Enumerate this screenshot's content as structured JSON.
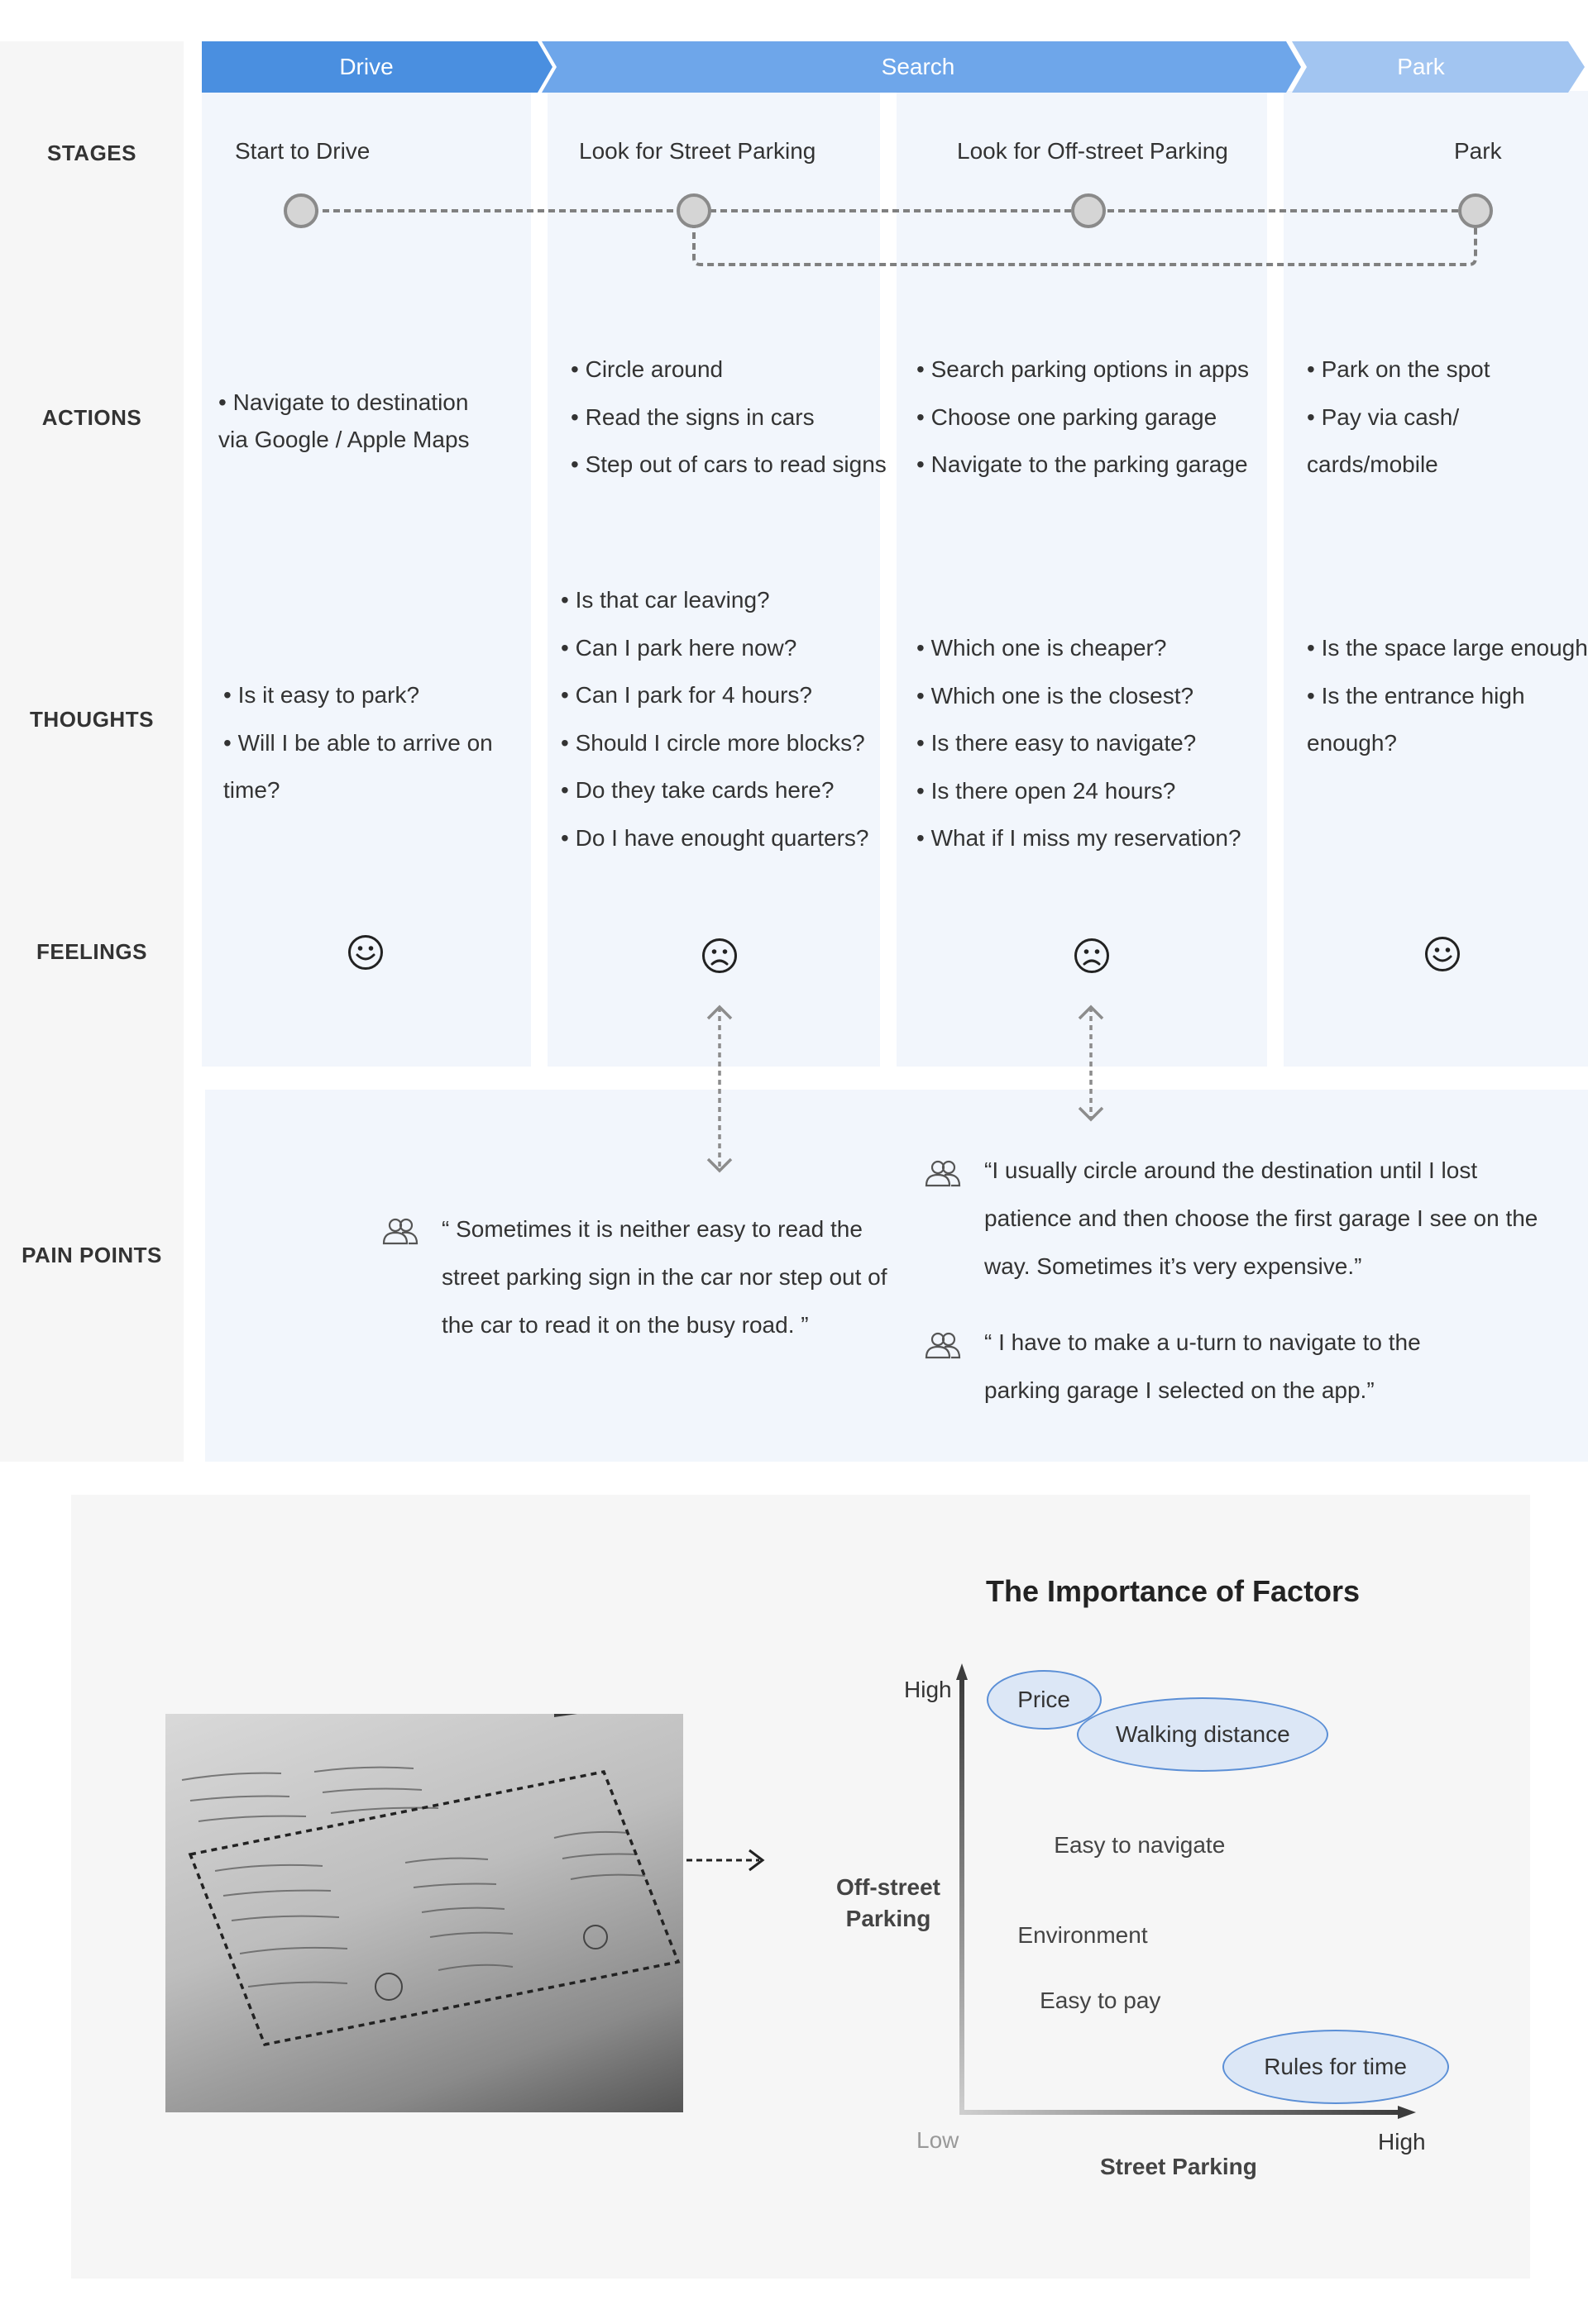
{
  "phases": {
    "drive": "Drive",
    "search": "Search",
    "park": "Park",
    "colors": {
      "drive": "#4a8fe0",
      "search": "#6ea6ea",
      "park": "#a2c5f1"
    }
  },
  "row_labels": {
    "stages": "STAGES",
    "actions": "ACTIONS",
    "thoughts": "THOUGHTS",
    "feelings": "FEELINGS",
    "pain_points": "PAIN POINTS"
  },
  "stages": [
    "Start to Drive",
    "Look for Street Parking",
    "Look for Off-street Parking",
    "Park"
  ],
  "actions": {
    "drive": [
      "Navigate to destination"
    ],
    "drive_cont": "via Google / Apple Maps",
    "street": [
      "Circle around",
      "Read the signs in cars",
      "Step out of cars to read signs"
    ],
    "offstreet": [
      "Search parking options in apps",
      "Choose one parking garage",
      "Navigate to the parking garage"
    ],
    "park": [
      "Park on the spot",
      "Pay via cash/"
    ],
    "park_cont": "cards/mobile"
  },
  "thoughts": {
    "drive": [
      "Is it easy to park?",
      "Will I be able to arrive on"
    ],
    "drive_cont": "time?",
    "street": [
      "Is that car leaving?",
      "Can I park here now?",
      "Can I park for 4 hours?",
      "Should I circle more blocks?",
      "Do they take cards here?",
      "Do I have enought quarters?"
    ],
    "offstreet": [
      "Which one is cheaper?",
      "Which one is the closest?",
      "Is there easy to navigate?",
      "Is there open 24 hours?",
      "What if I miss my reservation?"
    ],
    "park": [
      "Is the space large enough?",
      "Is the entrance high"
    ],
    "park_cont": "enough?"
  },
  "feelings": [
    "happy",
    "sad",
    "sad",
    "happy"
  ],
  "pain_points": {
    "street_quote": [
      "“ Sometimes it is neither easy to read the",
      "street parking sign in the car nor step out of",
      "the car to read it on the busy road. ”"
    ],
    "offstreet_quote_1": [
      "“I usually circle around the destination until I lost",
      "patience and then choose the first garage I see on the",
      "way. Sometimes it’s very expensive.”"
    ],
    "offstreet_quote_2": [
      "“ I have to make a u-turn to navigate to the",
      "parking garage I selected on the app.”"
    ]
  },
  "chart_data": {
    "type": "scatter",
    "title": "The Importance of Factors",
    "xlabel": "Street Parking",
    "ylabel": "Off-street Parking",
    "x_ticks": [
      "Low",
      "High"
    ],
    "y_ticks": [
      "High"
    ],
    "points": [
      {
        "label": "Price",
        "x": 0.18,
        "y": 0.95,
        "highlighted": true
      },
      {
        "label": "Walking distance",
        "x": 0.54,
        "y": 0.87,
        "highlighted": true
      },
      {
        "label": "Easy to navigate",
        "x": 0.42,
        "y": 0.61,
        "highlighted": false
      },
      {
        "label": "Environment",
        "x": 0.27,
        "y": 0.4,
        "highlighted": false
      },
      {
        "label": "Easy to pay",
        "x": 0.32,
        "y": 0.25,
        "highlighted": false
      },
      {
        "label": "Rules for time",
        "x": 0.84,
        "y": 0.1,
        "highlighted": true
      }
    ]
  }
}
